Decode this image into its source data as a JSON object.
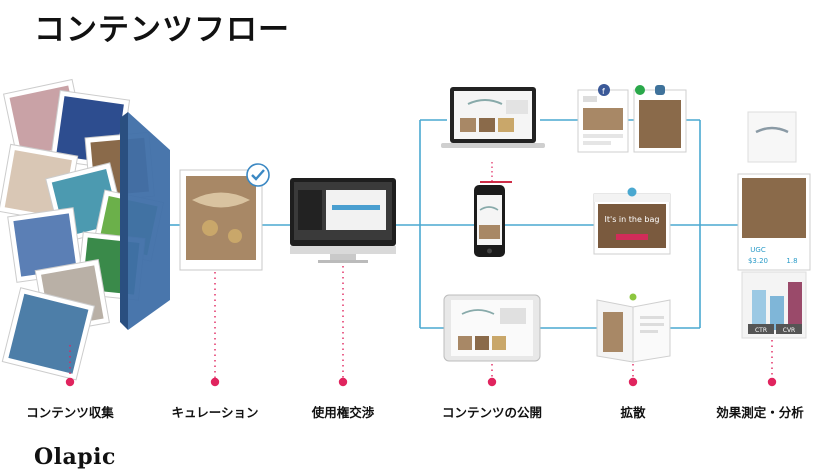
{
  "title": "コンテンツフロー",
  "stages": [
    {
      "label": "コンテンツ収集"
    },
    {
      "label": "キュレーション"
    },
    {
      "label": "使用権交渉"
    },
    {
      "label": "コンテンツの公開"
    },
    {
      "label": "拡散"
    },
    {
      "label": "効果測定・分析"
    }
  ],
  "brand": "Olapic",
  "screens": {
    "hero_text": "It's in the bag",
    "metric_a": "UGC",
    "metric_b": "$3.20",
    "metric_c": "1.8",
    "ctr_a": "CTR",
    "ctr_b": "CVR"
  },
  "colors": {
    "connector": "#4aa8d0",
    "dot": "#e0245e",
    "funnel": "#3f6fa8",
    "checkmark": "#3b88c3"
  },
  "icons": [
    "check-icon",
    "facebook-icon",
    "instagram-icon",
    "pinterest-icon",
    "chat-icon"
  ]
}
